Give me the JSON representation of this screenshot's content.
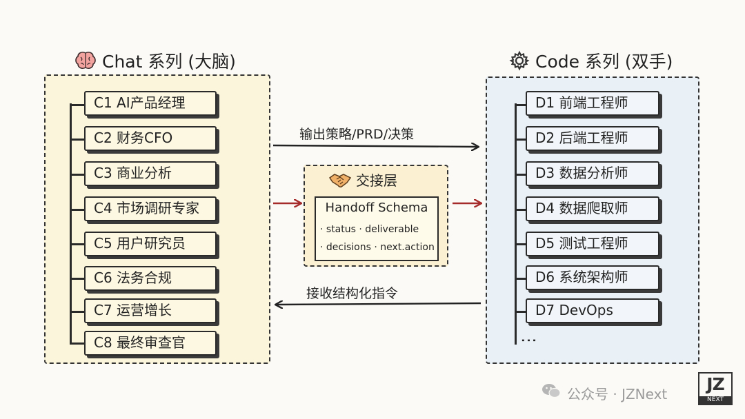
{
  "chat": {
    "title": "Chat 系列 (大脑)",
    "icon": "brain-icon",
    "roles": [
      "C1 AI产品经理",
      "C2 财务CFO",
      "C3 商业分析",
      "C4 市场调研专家",
      "C5 用户研究员",
      "C6 法务合规",
      "C7 运营增长",
      "C8 最终审查官"
    ]
  },
  "code": {
    "title": "Code 系列 (双手)",
    "icon": "gear-icon",
    "roles": [
      "D1 前端工程师",
      "D2 后端工程师",
      "D3 数据分析师",
      "D4 数据爬取师",
      "D5 测试工程师",
      "D6 系统架构师",
      "D7 DevOps"
    ],
    "more": "⋮"
  },
  "handoff": {
    "title": "交接层",
    "icon": "handshake-icon",
    "schema_title": "Handoff Schema",
    "line1": "· status · deliverable",
    "line2": "· decisions · next.action"
  },
  "arrows": {
    "top_label": "输出策略/PRD/决策",
    "bottom_label": "接收结构化指令"
  },
  "watermark": {
    "text": "公众号 · JZNext",
    "logo_text": "JZ",
    "logo_sub": "NEXT"
  },
  "colors": {
    "chat_bg": "#fbf5dc",
    "code_bg": "#e9f0f6",
    "handoff_bg": "#fbf1d2",
    "red_arrow": "#a52a2a"
  }
}
